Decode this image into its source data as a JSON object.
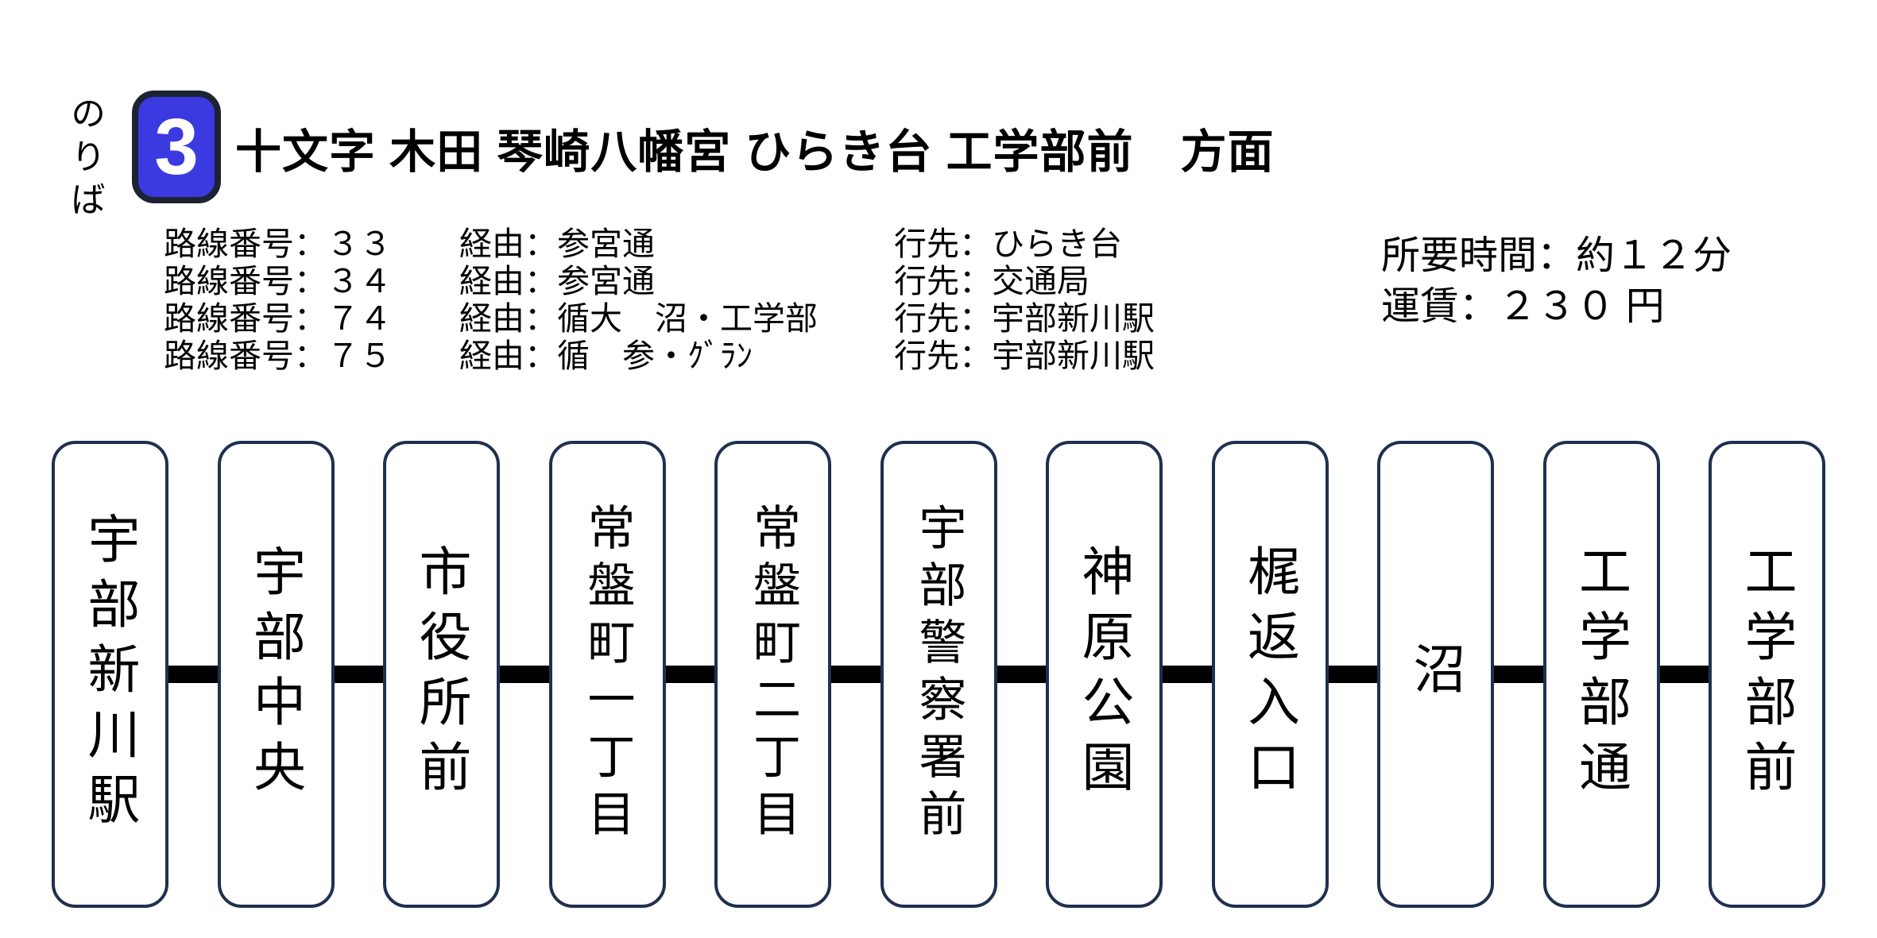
{
  "platform": {
    "label": "のりば",
    "number": "3"
  },
  "heading": {
    "title": "十文字 木田 琴崎八幡宮 ひらき台 工学部前　方面"
  },
  "routes": [
    {
      "route_no": "路線番号：３３",
      "via": "経由：参宮通",
      "dest": "行先：ひらき台"
    },
    {
      "route_no": "路線番号：３４",
      "via": "経由：参宮通",
      "dest": "行先：交通局"
    },
    {
      "route_no": "路線番号：７４",
      "via": "経由：循大　沼・工学部",
      "dest": "行先：宇部新川駅"
    },
    {
      "route_no": "路線番号：７５",
      "via": "経由：循　参・ｸﾞﾗﾝ",
      "dest": "行先：宇部新川駅"
    }
  ],
  "info": {
    "duration": "所要時間：約１２分",
    "fare": "運賃：２３０ 円"
  },
  "stops": [
    "宇部新川駅",
    "宇部中央",
    "市役所前",
    "常盤町一丁目",
    "常盤町二丁目",
    "宇部警察署前",
    "神原公園",
    "梶返入口",
    "沼",
    "工学部通",
    "工学部前"
  ],
  "colors": {
    "badge_fill": "#3A3AE0",
    "badge_border": "#1C2433",
    "stop_border": "#1F3050",
    "line_bar": "#000000"
  }
}
